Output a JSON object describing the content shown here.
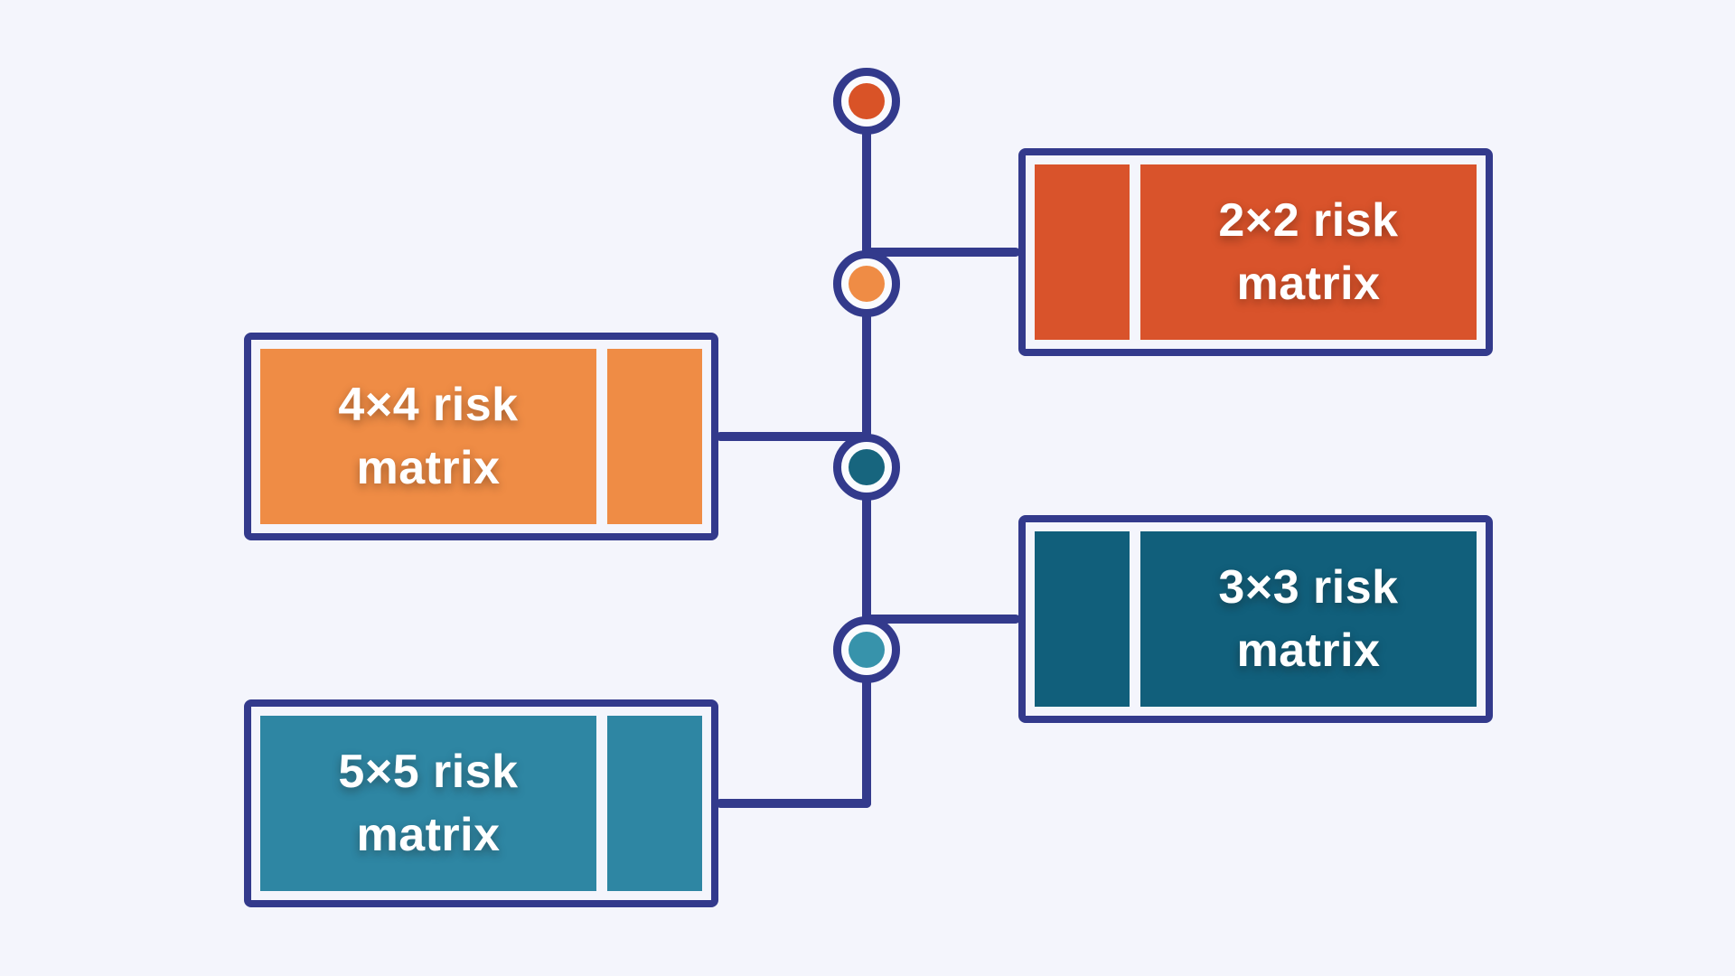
{
  "palette": {
    "bg": "#F4F5FC",
    "navy": "#333A8C",
    "ringWhite": "#FAFBFE",
    "labelText": "#FFFFFF"
  },
  "diagram": {
    "nodes": [
      {
        "name": "node-2x2",
        "color": "#D95327"
      },
      {
        "name": "node-4x4",
        "color": "#EF8C45"
      },
      {
        "name": "node-3x3",
        "color": "#17657E"
      },
      {
        "name": "node-5x5",
        "color": "#3793AB"
      }
    ],
    "boxes": [
      {
        "id": "2x2",
        "side": "right",
        "color": "#D9532B",
        "line1": "2×2 risk",
        "line2": "matrix"
      },
      {
        "id": "4x4",
        "side": "left",
        "color": "#EF8C45",
        "line1": "4×4 risk",
        "line2": "matrix"
      },
      {
        "id": "3x3",
        "side": "right",
        "color": "#115F7B",
        "line1": "3×3 risk",
        "line2": "matrix"
      },
      {
        "id": "5x5",
        "side": "left",
        "color": "#2E86A3",
        "line1": "5×5 risk",
        "line2": "matrix"
      }
    ]
  }
}
